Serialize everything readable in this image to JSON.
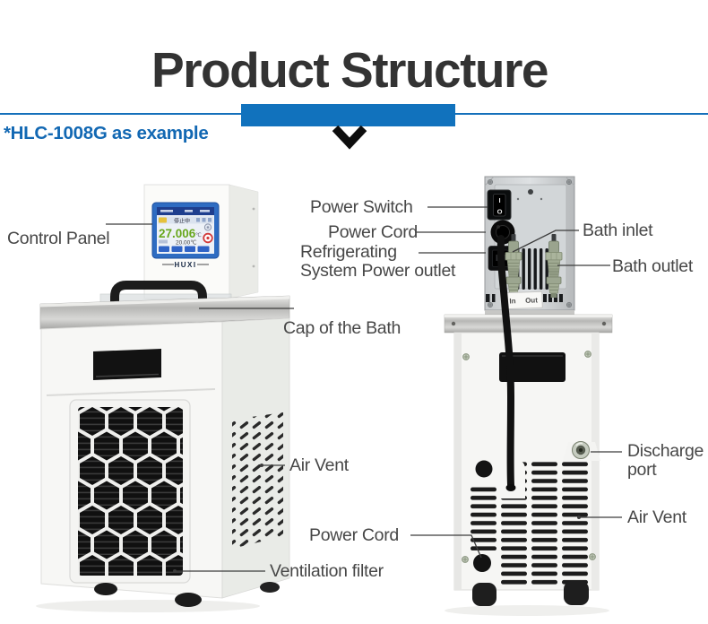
{
  "header": {
    "title": "Product Structure",
    "note": "*HLC-1008G as example"
  },
  "labels": {
    "control_panel": "Control Panel",
    "power_switch": "Power Switch",
    "power_cord_top": "Power Cord",
    "refrigerating_line1": "Refrigerating",
    "refrigerating_line2": "System Power outlet",
    "bath_inlet": "Bath inlet",
    "bath_outlet": "Bath outlet",
    "cap_of_bath": "Cap of the Bath",
    "air_vent_front": "Air Vent",
    "power_cord_bottom": "Power Cord",
    "ventilation_filter": "Ventilation filter",
    "discharge_port": "Discharge port",
    "air_vent_rear": "Air Vent"
  },
  "device": {
    "brand": "HUXI",
    "display": {
      "main_temp": "27.006",
      "main_temp_unit": "℃",
      "sub_temp": "20.00℃",
      "status": "停止中"
    },
    "rear_panel": {
      "switch_on": "I",
      "switch_off": "O",
      "inlet_label": "In",
      "outlet_label": "Out"
    }
  },
  "colors": {
    "accent_blue": "#1172bd",
    "note_blue": "#1268b3",
    "title_gray": "#333333",
    "label_gray": "#474747",
    "display_green": "#68a71d",
    "indicator_red": "#d23a3a",
    "bezel_blue": "#2e6cc2"
  }
}
